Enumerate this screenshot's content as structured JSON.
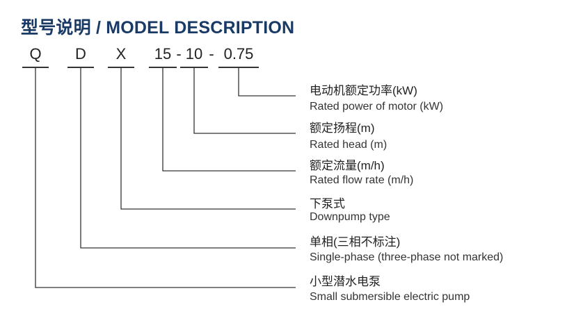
{
  "title": "型号说明 / MODEL DESCRIPTION",
  "model_code": {
    "q": "Q",
    "d": "D",
    "x": "X",
    "flow": "15",
    "dash1": "-",
    "head": "10",
    "dash2": "-",
    "power": "0.75"
  },
  "descriptions": [
    {
      "cn": "电动机额定功率(kW)",
      "en": "Rated power of motor (kW)"
    },
    {
      "cn": "额定扬程(m)",
      "en": "Rated head (m)"
    },
    {
      "cn": "额定流量(m/h)",
      "en": "Rated flow rate (m/h)"
    },
    {
      "cn": "下泵式",
      "en": "Downpump type"
    },
    {
      "cn": "单相(三相不标注)",
      "en": "Single-phase (three-phase not marked)"
    },
    {
      "cn": "小型潜水电泵",
      "en": "Small submersible electric pump"
    }
  ]
}
